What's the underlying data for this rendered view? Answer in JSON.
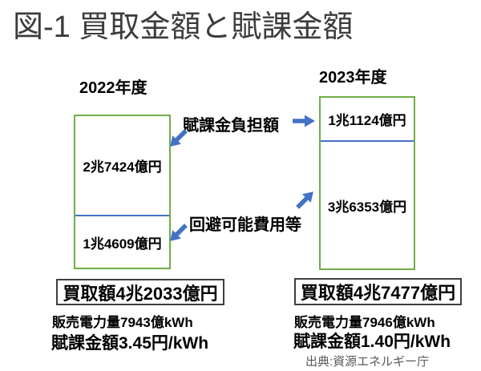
{
  "figure": {
    "title": "図-1 買取金額と賦課金額",
    "source": "出典:資源エネルギー庁"
  },
  "annotations": {
    "levy_burden": "賦課金負担額",
    "avoidable_cost": "回避可能費用等"
  },
  "columns": {
    "y2022": {
      "year_label": "2022年度",
      "top_value": "2兆7424億円",
      "bottom_value": "1兆4609億円",
      "total_label": "買取額4兆2033億円",
      "sales_label": "販売電力量7943億kWh",
      "levy_label": "賦課金額3.45円/kWh"
    },
    "y2023": {
      "year_label": "2023年度",
      "top_value": "1兆1124億円",
      "bottom_value": "3兆6353億円",
      "total_label": "買取額4兆7477億円",
      "sales_label": "販売電力量7946億kWh",
      "levy_label": "賦課金額1.40円/kWh"
    }
  },
  "colors": {
    "bar_border": "#70AD47",
    "divider": "#4472C4",
    "arrow": "#4472C4",
    "title_text": "#3C3C3C",
    "body_text": "#000000",
    "source_text": "#595959"
  },
  "chart_data": {
    "type": "bar",
    "subtype": "stacked-proportional-boxes",
    "title": "図-1 買取金額と賦課金額",
    "categories": [
      "2022年度",
      "2023年度"
    ],
    "series": [
      {
        "name": "賦課金負担額",
        "values": [
          27424,
          11124
        ],
        "labels": [
          "2兆7424億円",
          "1兆1124億円"
        ],
        "position": "top-segment"
      },
      {
        "name": "回避可能費用等",
        "values": [
          14609,
          36353
        ],
        "labels": [
          "1兆4609億円",
          "3兆6353億円"
        ],
        "position": "bottom-segment"
      }
    ],
    "unit": "億円",
    "totals": {
      "values": [
        42033,
        47477
      ],
      "labels": [
        "買取額4兆2033億円",
        "買取額4兆7477億円"
      ]
    },
    "footnotes": [
      {
        "category": "2022年度",
        "sales_volume": "販売電力量7943億kWh",
        "levy_rate": "賦課金額3.45円/kWh"
      },
      {
        "category": "2023年度",
        "sales_volume": "販売電力量7946億kWh",
        "levy_rate": "賦課金額1.40円/kWh"
      }
    ],
    "legend_position": "none",
    "grid": false,
    "source": "出典:資源エネルギー庁"
  }
}
